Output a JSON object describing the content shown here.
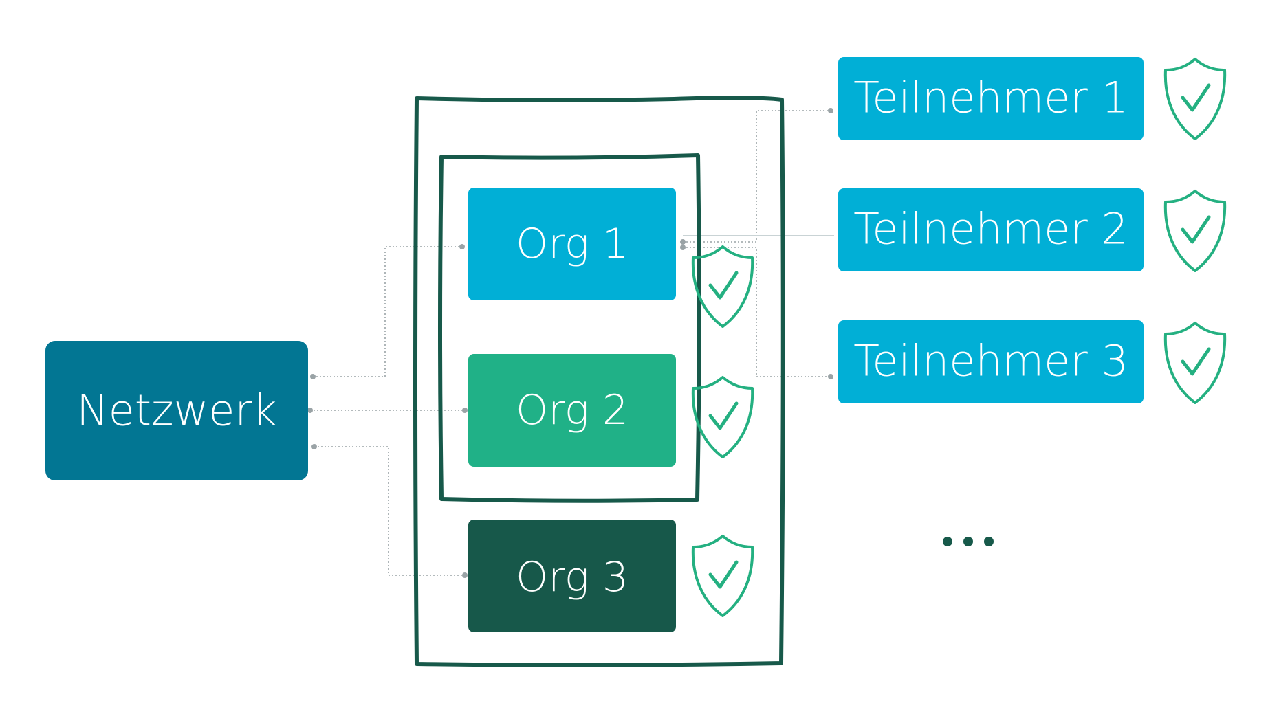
{
  "colors": {
    "network": "#027693",
    "participant": "#01afd6",
    "org1": "#01afd6",
    "org2": "#20b187",
    "org3": "#17584a",
    "frame": "#17594a",
    "shield": "#24b081",
    "connector": "#9aa3a6"
  },
  "network": {
    "label": "Netzwerk"
  },
  "orgs": [
    {
      "label": "Org 1"
    },
    {
      "label": "Org 2"
    },
    {
      "label": "Org 3"
    }
  ],
  "participants": [
    {
      "label": "Teilnehmer 1"
    },
    {
      "label": "Teilnehmer 2"
    },
    {
      "label": "Teilnehmer 3"
    }
  ],
  "icons": {
    "shield": "shield-check-icon"
  },
  "ellipsis": "more-items-ellipsis"
}
